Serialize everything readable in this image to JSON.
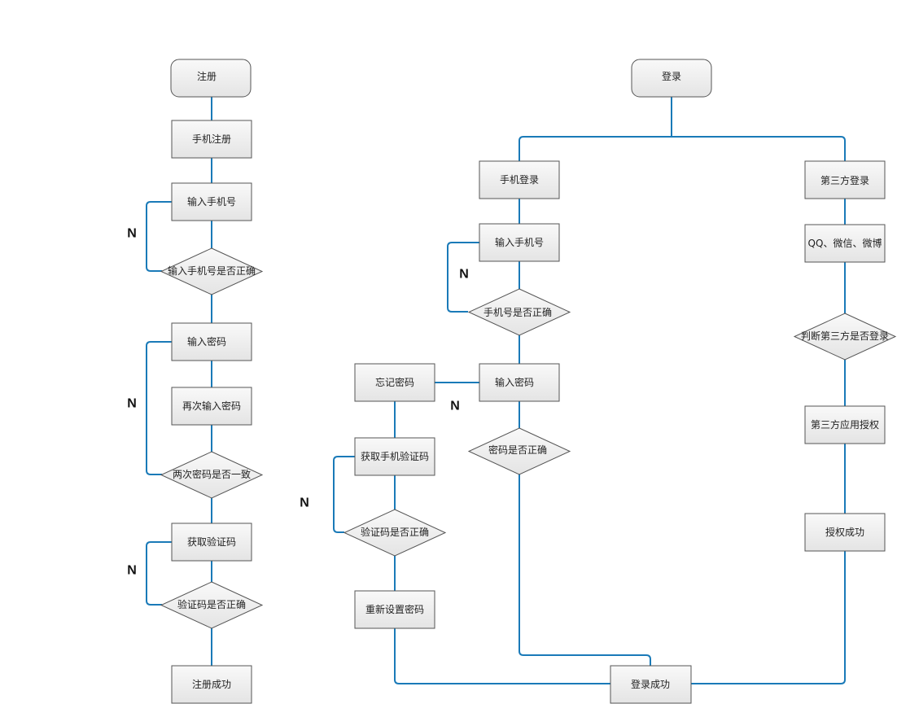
{
  "colors": {
    "line": "#1a7ab8",
    "box_border": "#555555",
    "box_fill_top": "#f9f9f9",
    "box_fill_bottom": "#e4e4e4",
    "text": "#222222"
  },
  "register": {
    "start": "注册",
    "phone_register": "手机注册",
    "input_phone": "输入手机号",
    "check_phone": "输入手机号是否正确",
    "input_password": "输入密码",
    "reinput_password": "再次输入密码",
    "check_match": "两次密码是否一致",
    "get_code": "获取验证码",
    "check_code": "验证码是否正确",
    "success": "注册成功"
  },
  "login": {
    "start": "登录",
    "phone_login": "手机登录",
    "third_login": "第三方登录",
    "input_phone": "输入手机号",
    "check_phone": "手机号是否正确",
    "input_password": "输入密码",
    "check_password": "密码是否正确",
    "forgot_password": "忘记密码",
    "get_phone_code": "获取手机验证码",
    "check_code": "验证码是否正确",
    "reset_password": "重新设置密码",
    "third_options": "QQ、微信、微博",
    "check_third": "判断第三方是否登录",
    "third_auth": "第三方应用授权",
    "auth_success": "授权成功",
    "success": "登录成功"
  },
  "no_label": "N"
}
